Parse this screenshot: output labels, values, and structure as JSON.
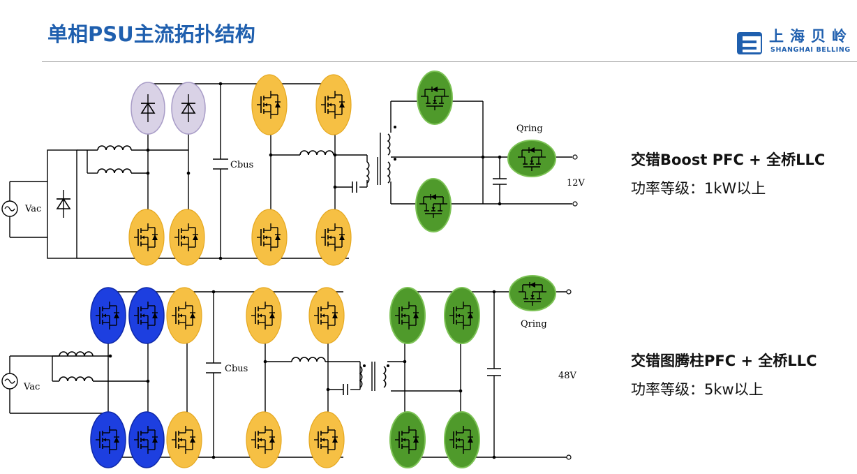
{
  "header": {
    "title": "单相PSU主流拓扑结构",
    "logo_cn": "上海贝岭",
    "logo_en": "SHANGHAI BELLING"
  },
  "topology1": {
    "label": "交错Boost PFC + 全桥LLC",
    "power": "功率等级：1kW以上",
    "vac": "Vac",
    "cbus": "Cbus",
    "qring": "Qring",
    "vout": "12V"
  },
  "topology2": {
    "label": "交错图腾柱PFC + 全桥LLC",
    "power": "功率等级：5kw以上",
    "vac": "Vac",
    "cbus": "Cbus",
    "qring": "Qring",
    "vout": "48V"
  },
  "colors": {
    "title_blue": "#1f5fae",
    "diode_ellipse": "#d9d2e6",
    "pfc_mosfet": "#f6c044",
    "sr_mosfet": "#4f9a2b",
    "totem_mosfet": "#1d3fe0"
  }
}
